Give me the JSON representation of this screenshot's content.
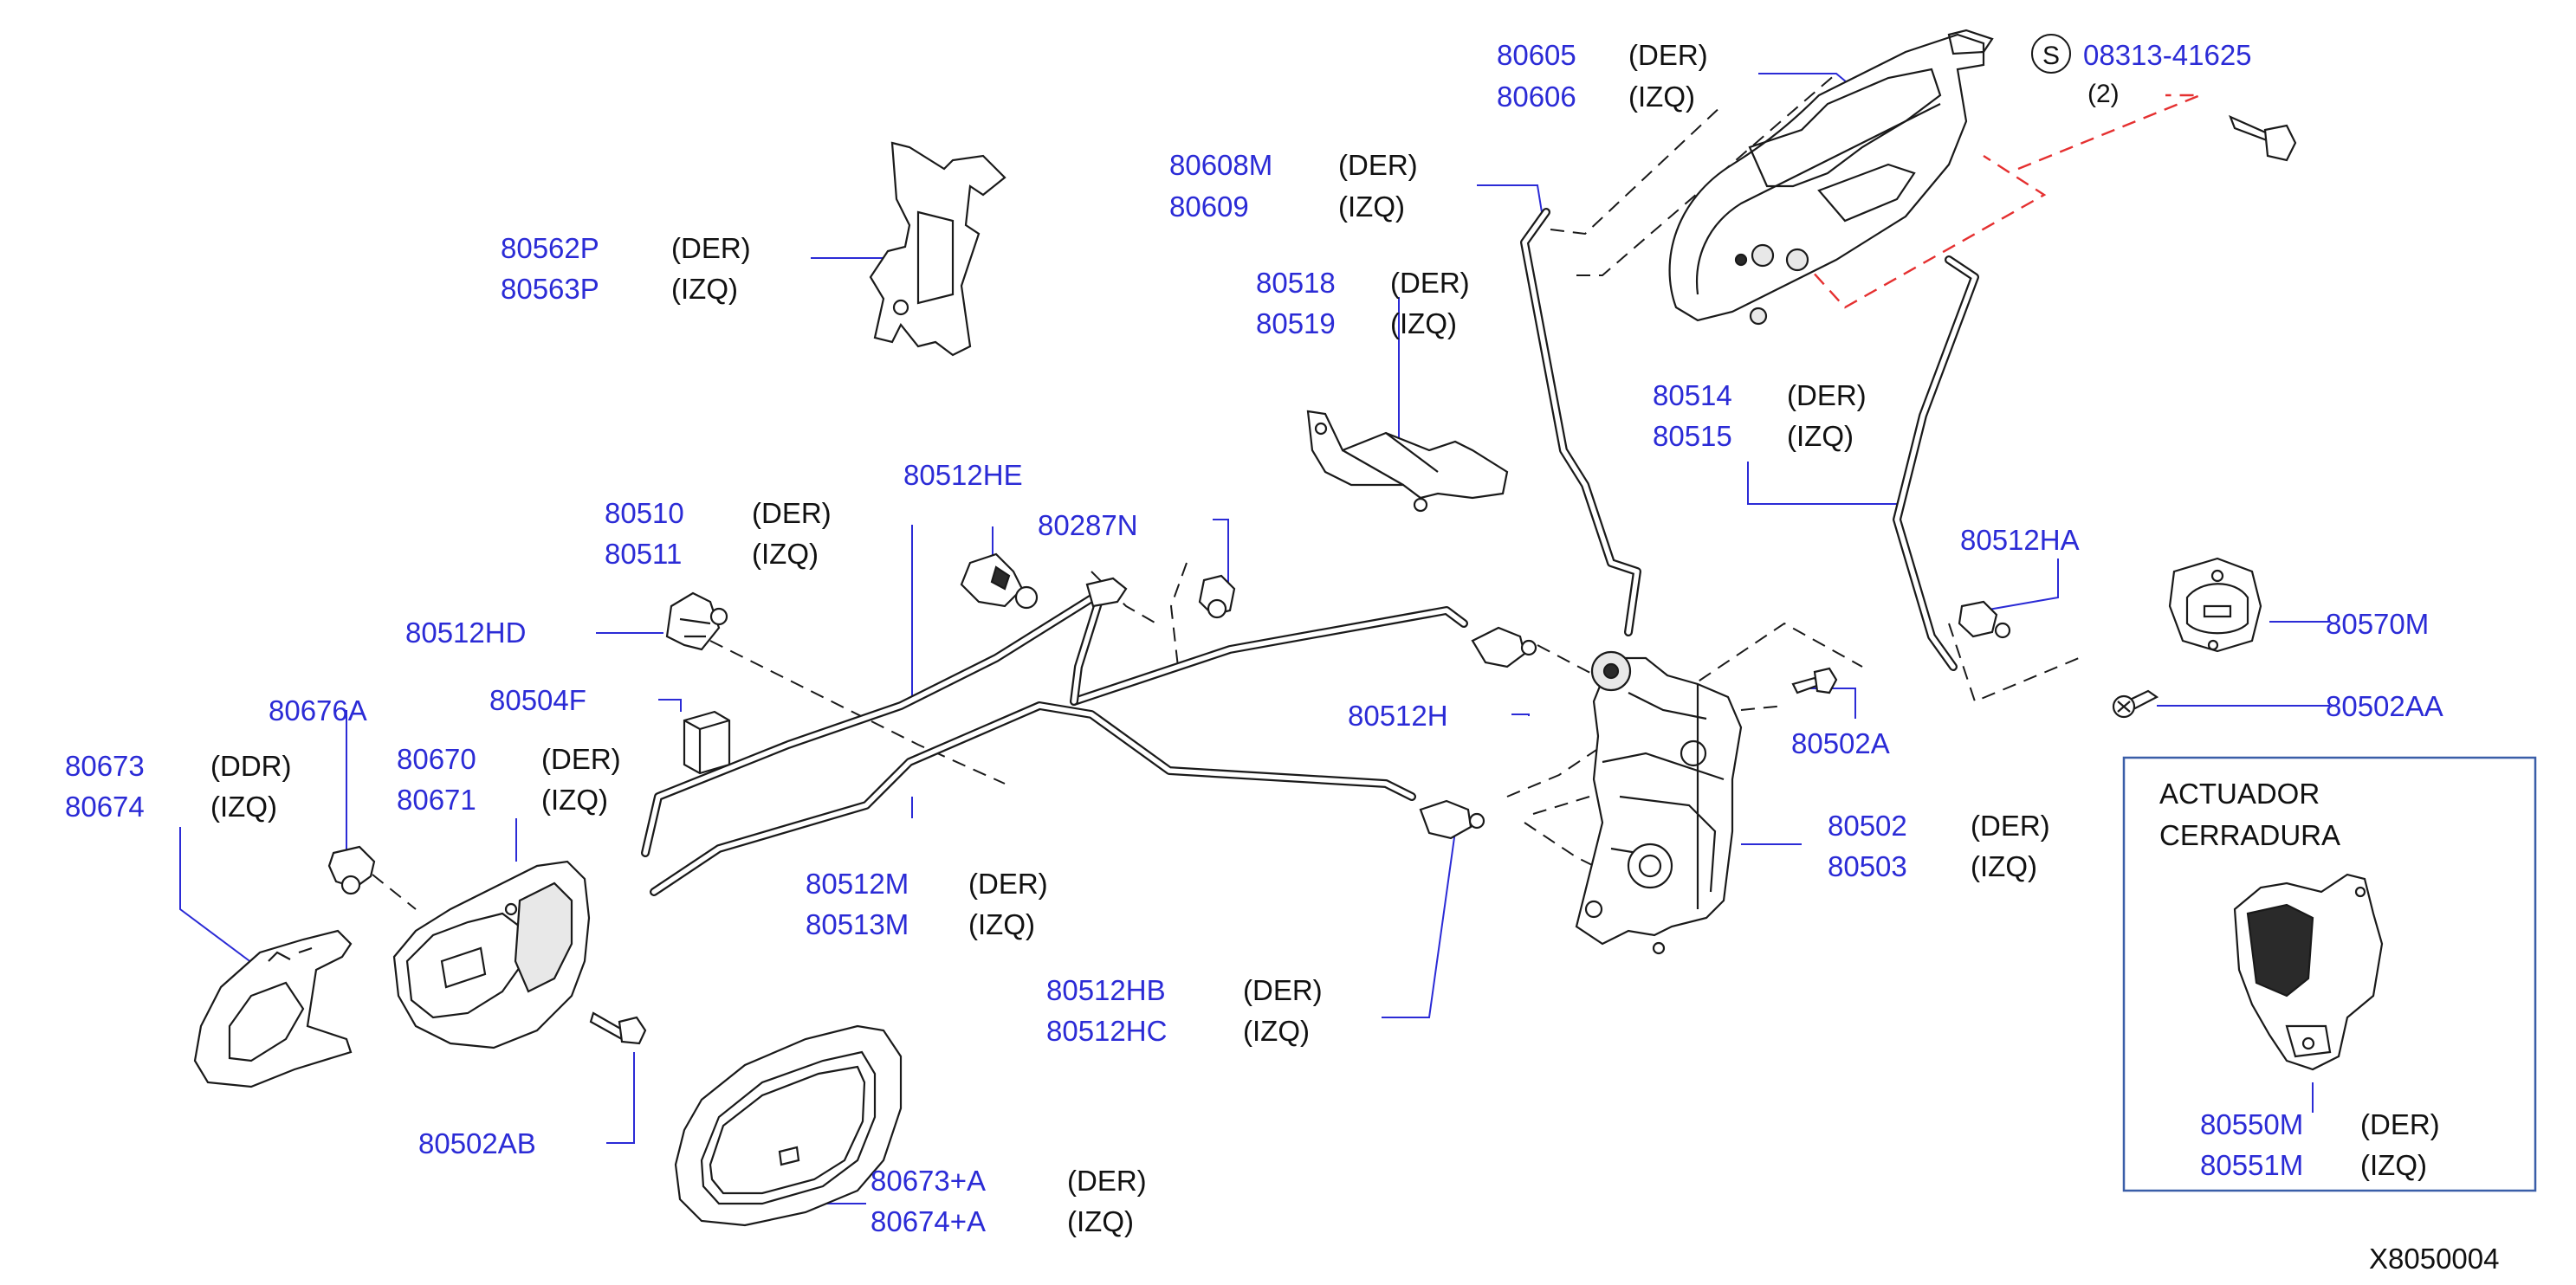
{
  "callouts": [
    {
      "id": "80605",
      "label": "80605",
      "side": "(DER)"
    },
    {
      "id": "80606",
      "label": "80606",
      "side": "(IZQ)"
    },
    {
      "id": "80608M",
      "label": "80608M",
      "side": "(DER)"
    },
    {
      "id": "80609",
      "label": "80609",
      "side": "(IZQ)"
    },
    {
      "id": "80562P",
      "label": "80562P",
      "side": "(DER)"
    },
    {
      "id": "80563P",
      "label": "80563P",
      "side": "(IZQ)"
    },
    {
      "id": "80518",
      "label": "80518",
      "side": "(DER)"
    },
    {
      "id": "80519",
      "label": "80519",
      "side": "(IZQ)"
    },
    {
      "id": "80514",
      "label": "80514",
      "side": "(DER)"
    },
    {
      "id": "80515",
      "label": "80515",
      "side": "(IZQ)"
    },
    {
      "id": "80512HE",
      "label": "80512HE",
      "side": ""
    },
    {
      "id": "80287N",
      "label": "80287N",
      "side": ""
    },
    {
      "id": "80510",
      "label": "80510",
      "side": "(DER)"
    },
    {
      "id": "80511",
      "label": "80511",
      "side": "(IZQ)"
    },
    {
      "id": "80512HD",
      "label": "80512HD",
      "side": ""
    },
    {
      "id": "80512HA",
      "label": "80512HA",
      "side": ""
    },
    {
      "id": "80570M",
      "label": "80570M",
      "side": ""
    },
    {
      "id": "80504F",
      "label": "80504F",
      "side": ""
    },
    {
      "id": "80676A",
      "label": "80676A",
      "side": ""
    },
    {
      "id": "80512H",
      "label": "80512H",
      "side": ""
    },
    {
      "id": "80502A",
      "label": "80502A",
      "side": ""
    },
    {
      "id": "80502AA",
      "label": "80502AA",
      "side": ""
    },
    {
      "id": "80673",
      "label": "80673",
      "side": "(DDR)"
    },
    {
      "id": "80674",
      "label": "80674",
      "side": "(IZQ)"
    },
    {
      "id": "80670",
      "label": "80670",
      "side": "(DER)"
    },
    {
      "id": "80671",
      "label": "80671",
      "side": "(IZQ)"
    },
    {
      "id": "80502",
      "label": "80502",
      "side": "(DER)"
    },
    {
      "id": "80503",
      "label": "80503",
      "side": "(IZQ)"
    },
    {
      "id": "80512M",
      "label": "80512M",
      "side": "(DER)"
    },
    {
      "id": "80513M",
      "label": "80513M",
      "side": "(IZQ)"
    },
    {
      "id": "80512HB",
      "label": "80512HB",
      "side": "(DER)"
    },
    {
      "id": "80512HC",
      "label": "80512HC",
      "side": "(IZQ)"
    },
    {
      "id": "80502AB",
      "label": "80502AB",
      "side": ""
    },
    {
      "id": "80673A",
      "label": "80673+A",
      "side": "(DER)"
    },
    {
      "id": "80674A",
      "label": "80674+A",
      "side": "(IZQ)"
    },
    {
      "id": "80550M",
      "label": "80550M",
      "side": "(DER)"
    },
    {
      "id": "80551M",
      "label": "80551M",
      "side": "(IZQ)"
    }
  ],
  "standard_part": {
    "symbol": "S",
    "label": "08313-41625",
    "qty": "(2)"
  },
  "inset": {
    "line1": "ACTUADOR",
    "line2": "CERRADURA"
  },
  "diagram_code": "X8050004",
  "colors": {
    "part_number": "#2b2bd6",
    "leader": "#2b2bd6",
    "text": "#111111",
    "drawing": "#1a1a1a",
    "red_guide": "#e53030",
    "inset_border": "#3a5ea8"
  }
}
